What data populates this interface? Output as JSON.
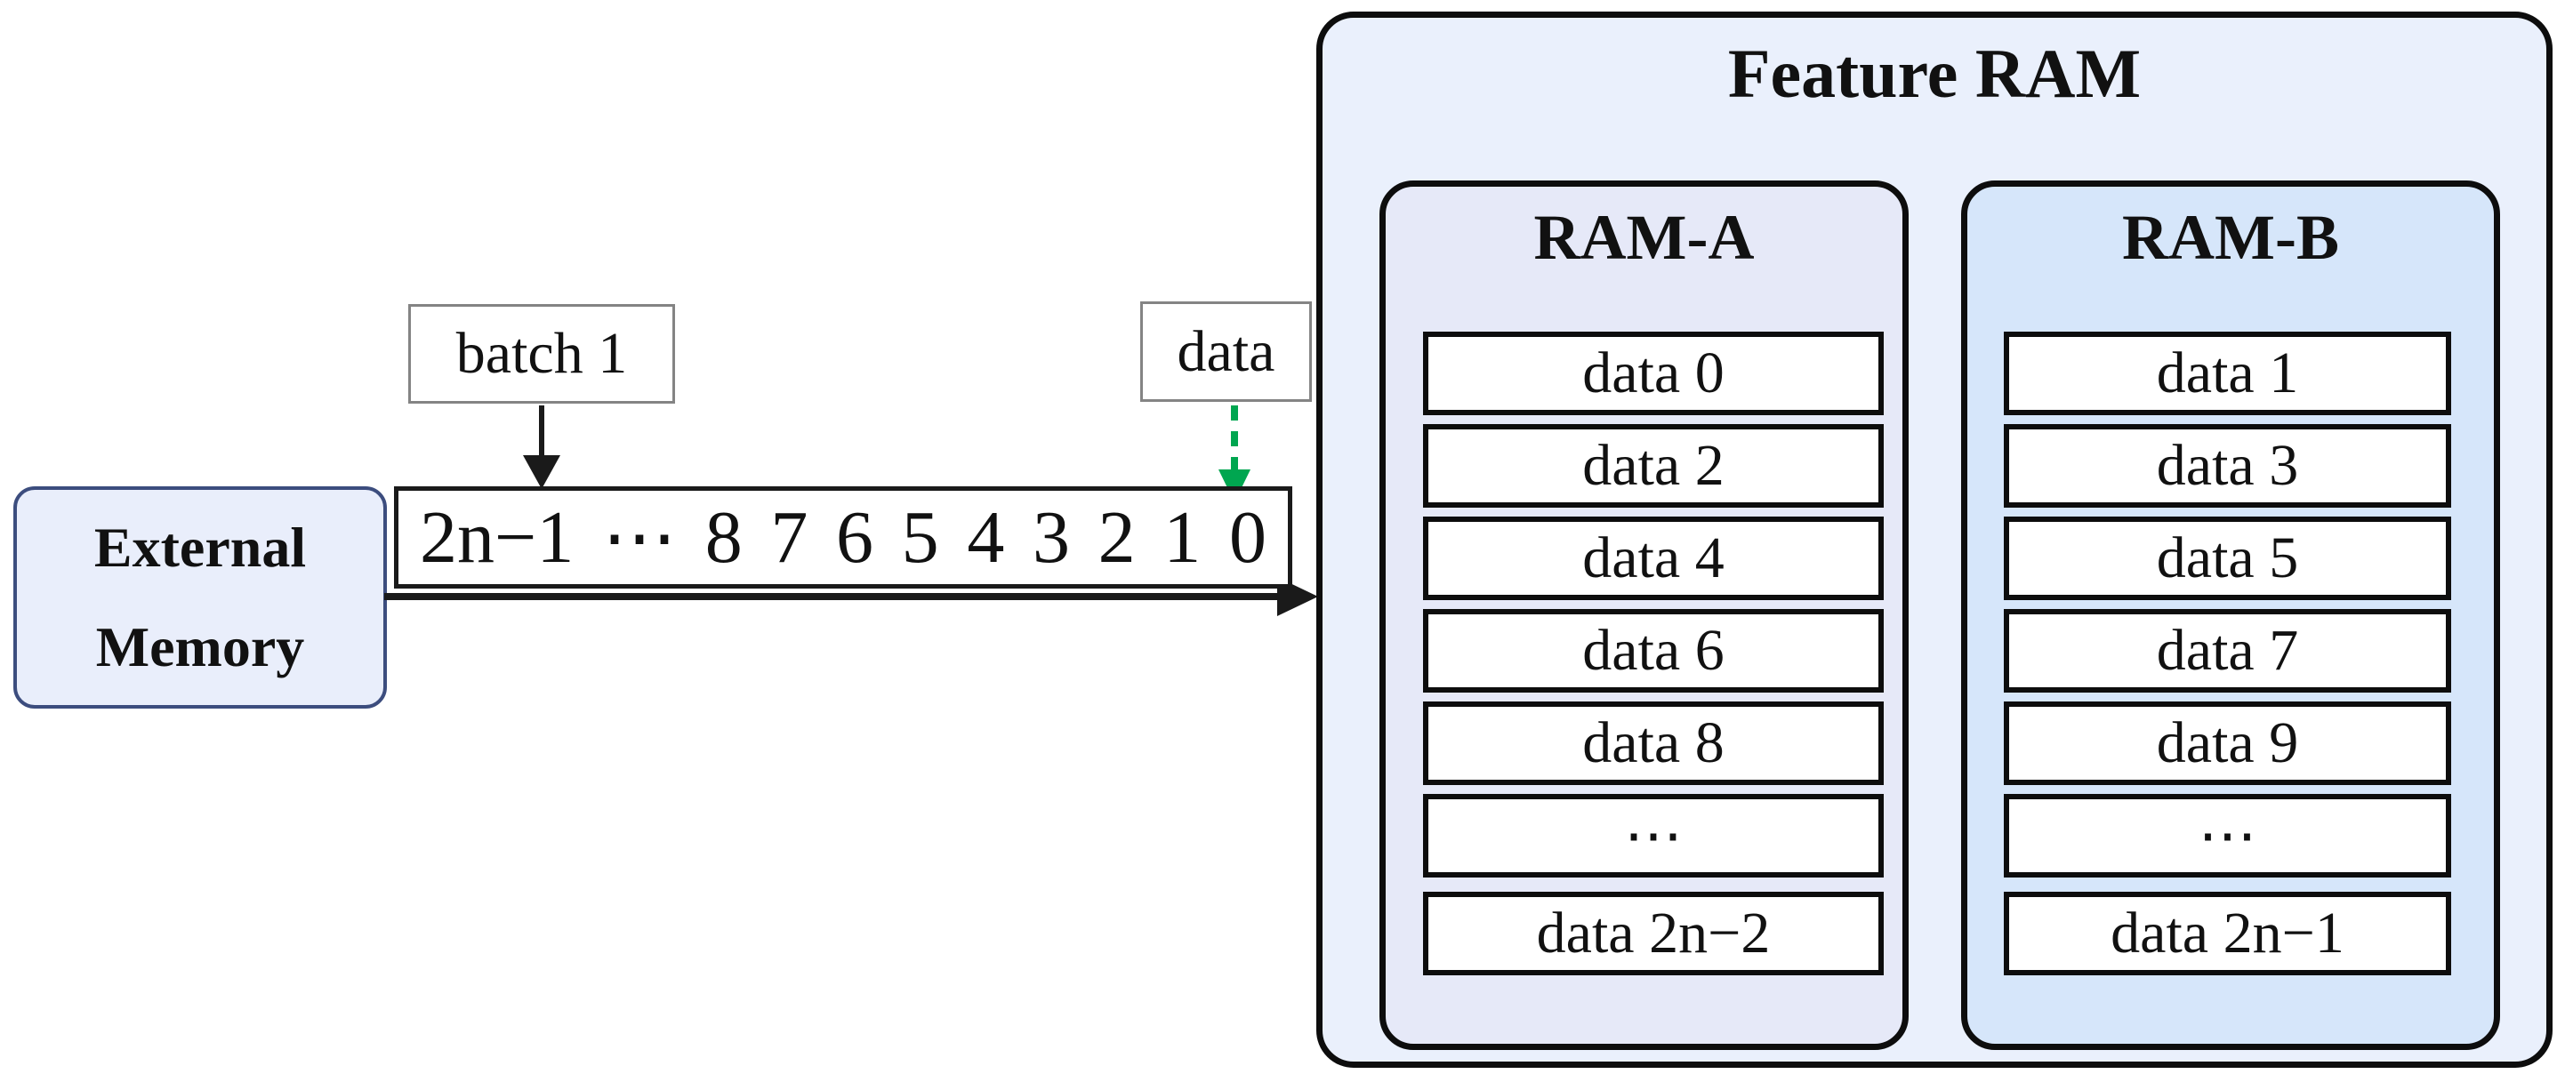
{
  "external_memory": {
    "line1": "External",
    "line2": "Memory"
  },
  "labels": {
    "batch": "batch 1",
    "data": "data"
  },
  "strip": {
    "items": [
      "2n−1",
      "⋯",
      "8",
      "7",
      "6",
      "5",
      "4",
      "3",
      "2",
      "1",
      "0"
    ]
  },
  "feature_ram": {
    "title": "Feature RAM",
    "ram_a": {
      "title": "RAM-A",
      "rows": [
        "data 0",
        "data 2",
        "data 4",
        "data 6",
        "data 8",
        "⋯",
        "data 2n−2"
      ]
    },
    "ram_b": {
      "title": "RAM-B",
      "rows": [
        "data 1",
        "data 3",
        "data 5",
        "data 7",
        "data 9",
        "⋯",
        "data 2n−1"
      ]
    }
  },
  "colors": {
    "external_memory_fill": "#e9eefb",
    "external_memory_border": "#3c4d7e",
    "feature_ram_fill": "#eaf0fc",
    "ram_a_fill": "#e6e9f8",
    "ram_b_fill": "#d6e6fa",
    "row_fill": "#ffffff",
    "box_border": "#0d0d0d",
    "label_border": "#848484",
    "green_arrow": "#00A650"
  }
}
